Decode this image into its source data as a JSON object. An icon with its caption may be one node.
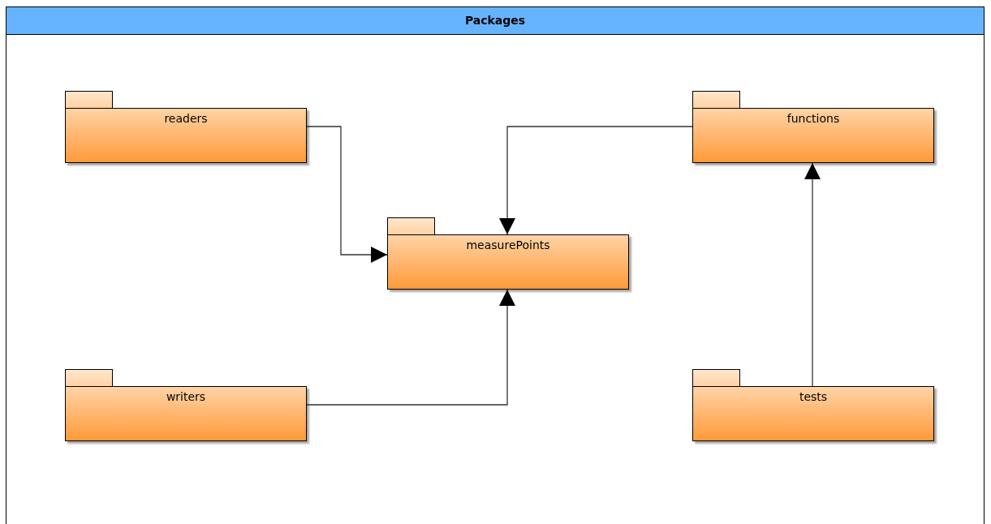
{
  "diagram": {
    "nodes": [
      {
        "text": [
          "Packages"
        ]
      },
      {
        "text": [
          "readers"
        ],
        "in": 0
      },
      {
        "text": [
          "functions"
        ],
        "in": 0
      },
      {
        "text": [
          "measurePoints"
        ],
        "in": 0
      },
      {
        "text": [
          "writers"
        ],
        "in": 0
      },
      {
        "text": [
          "tests"
        ],
        "in": 0
      }
    ],
    "edges": [
      {
        "from": 1,
        "to": 3,
        "arrow": "to"
      },
      {
        "from": 2,
        "to": 3,
        "arrow": "to"
      },
      {
        "from": 4,
        "to": 3,
        "arrow": "to"
      },
      {
        "from": 5,
        "to": 2,
        "arrow": "to"
      }
    ]
  }
}
